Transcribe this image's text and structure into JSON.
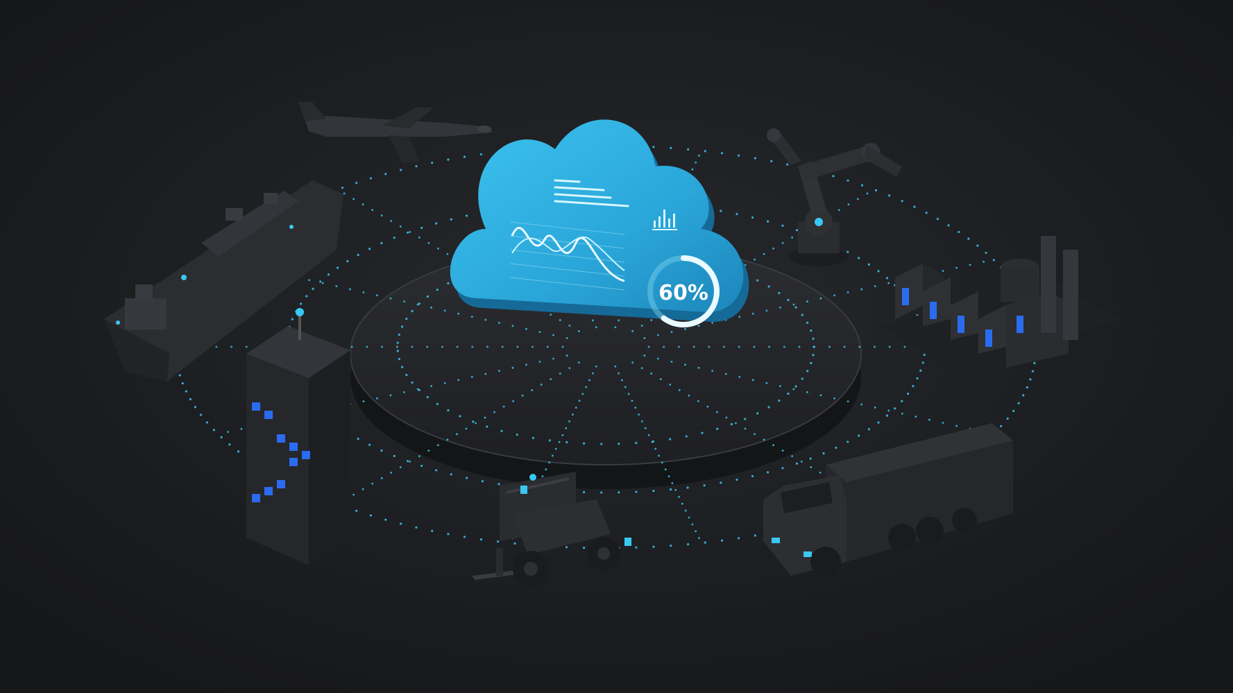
{
  "scene": {
    "subject": "cloud-iot-network",
    "colors": {
      "background": "#1b1c1f",
      "cloud": "#29a9dc",
      "cloud_edge": "#1a7fae",
      "glow_dot": "#39c8f2",
      "object_dark": "#2b2c30",
      "window_blue": "#2a6cf0"
    }
  },
  "cloud": {
    "gauge_value": 0.6,
    "gauge_label": "60%"
  },
  "objects": [
    "airplane",
    "robot-arm",
    "cargo-ship",
    "factory",
    "office-tower",
    "forklift",
    "delivery-truck"
  ]
}
